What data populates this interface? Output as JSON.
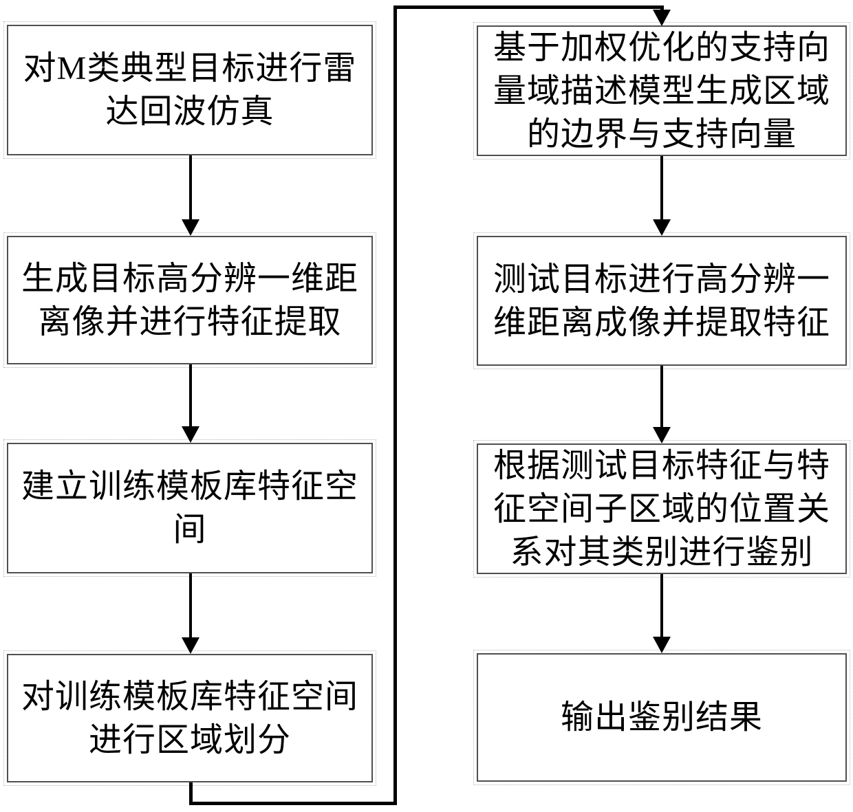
{
  "flowchart": {
    "background": "#ffffff",
    "colors": {
      "box_border": "#4f4f4f",
      "connector_line": "#000000",
      "text": "#000000"
    },
    "left_column": [
      {
        "id": "step-1",
        "text": "对M类典型目标进行雷\n达回波仿真"
      },
      {
        "id": "step-2",
        "text": "生成目标高分辨一维距\n离像并进行特征提取"
      },
      {
        "id": "step-3",
        "text": "建立训练模板库特征空\n间"
      },
      {
        "id": "step-4",
        "text": "对训练模板库特征空间\n进行区域划分"
      }
    ],
    "right_column": [
      {
        "id": "step-5",
        "text": "基于加权优化的支持向\n量域描述模型生成区域\n的边界与支持向量"
      },
      {
        "id": "step-6",
        "text": "测试目标进行高分辨一\n维距离成像并提取特征"
      },
      {
        "id": "step-7",
        "text": "根据测试目标特征与特\n征空间子区域的位置关\n系对其类别进行鉴别"
      },
      {
        "id": "step-8",
        "text": "输出鉴别结果"
      }
    ],
    "connections": [
      {
        "from": "step-1",
        "to": "step-2",
        "type": "arrow-down"
      },
      {
        "from": "step-2",
        "to": "step-3",
        "type": "arrow-down"
      },
      {
        "from": "step-3",
        "to": "step-4",
        "type": "arrow-down"
      },
      {
        "from": "step-4",
        "to": "step-5",
        "type": "loop-around-top"
      },
      {
        "from": "step-5",
        "to": "step-6",
        "type": "arrow-down"
      },
      {
        "from": "step-6",
        "to": "step-7",
        "type": "arrow-down"
      },
      {
        "from": "step-7",
        "to": "step-8",
        "type": "arrow-down"
      }
    ]
  }
}
